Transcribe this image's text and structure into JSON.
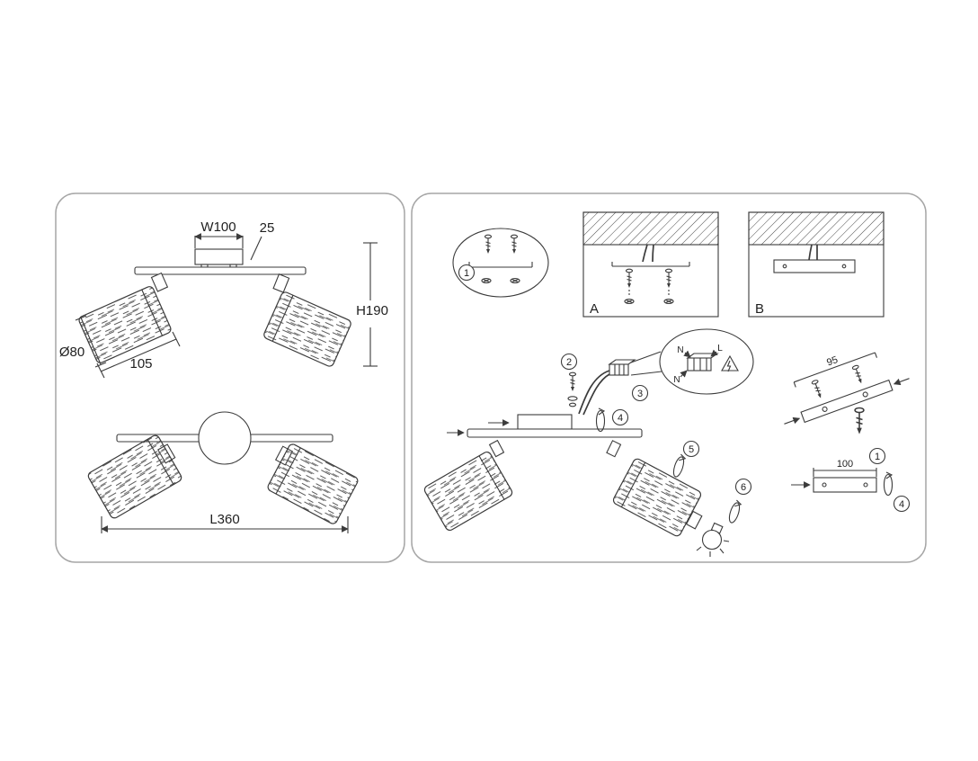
{
  "colors": {
    "line": "#3b3b3b",
    "panel_border": "#a6a6a6"
  },
  "left_panel": {
    "dims": {
      "canopy_width": "W100",
      "canopy_height": "25",
      "total_height": "H190",
      "shade_diameter": "Ø80",
      "shade_length": "105",
      "total_length": "L360"
    }
  },
  "right_panel": {
    "options": {
      "a": "A",
      "b": "B"
    },
    "steps": {
      "s1": "1",
      "s2": "2",
      "s3": "3",
      "s4": "4",
      "s5": "5",
      "s6": "6",
      "s1_bracket": "1",
      "s4_canopy": "4"
    },
    "wiring": {
      "neutral_top": "N",
      "live": "L",
      "neutral_bottom": "N"
    },
    "dims": {
      "bracket_screw_spacing": "95",
      "canopy_length": "100"
    }
  }
}
